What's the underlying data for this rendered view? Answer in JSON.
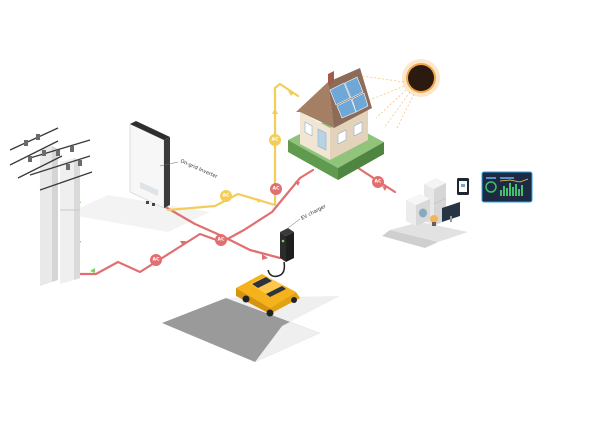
{
  "labels": {
    "inverter": "On-grid Inverter",
    "ev_charger": "EV charger",
    "ac_tag": "AC"
  },
  "colors": {
    "grid_line": "#e26f70",
    "solar_line": "#f3cd5a",
    "sun": "#2b1a10",
    "sun_glow": "#f6b35a",
    "car": "#f6b21a",
    "roof": "#8c6c58",
    "lawn": "#8fc47a",
    "monitor_bg": "#1d2a44",
    "chart": "#43c06b"
  },
  "icons": [
    "sun-icon",
    "house-icon",
    "solar-panel-icon",
    "inverter-icon",
    "ev-charger-icon",
    "car-icon",
    "power-pole-icon",
    "refrigerator-icon",
    "washing-machine-icon",
    "bulb-icon",
    "tablet-icon",
    "monitor-icon",
    "dashboard-icon"
  ]
}
